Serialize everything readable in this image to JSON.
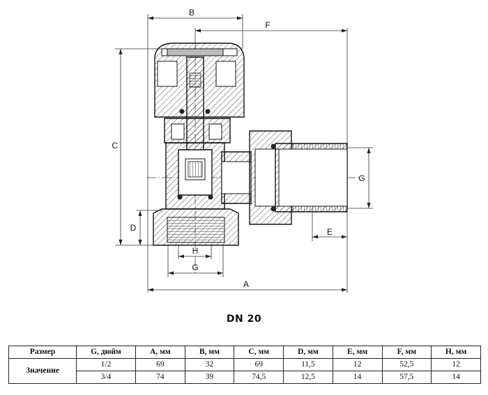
{
  "drawing": {
    "labels": {
      "A": "A",
      "B": "B",
      "C": "C",
      "D": "D",
      "E": "E",
      "F": "F",
      "G_side": "G",
      "G_bottom": "G",
      "H": "H"
    }
  },
  "caption": "DN 20",
  "table": {
    "headers": [
      "Размер",
      "G, дюйм",
      "A, мм",
      "B, мм",
      "C, мм",
      "D, мм",
      "E, мм",
      "F, мм",
      "H, мм"
    ],
    "row_label": "Значение",
    "rows": [
      [
        "1/2",
        "69",
        "32",
        "69",
        "11,5",
        "12",
        "52,5",
        "12"
      ],
      [
        "3/4",
        "74",
        "39",
        "74,5",
        "12,5",
        "14",
        "57,5",
        "14"
      ]
    ]
  }
}
